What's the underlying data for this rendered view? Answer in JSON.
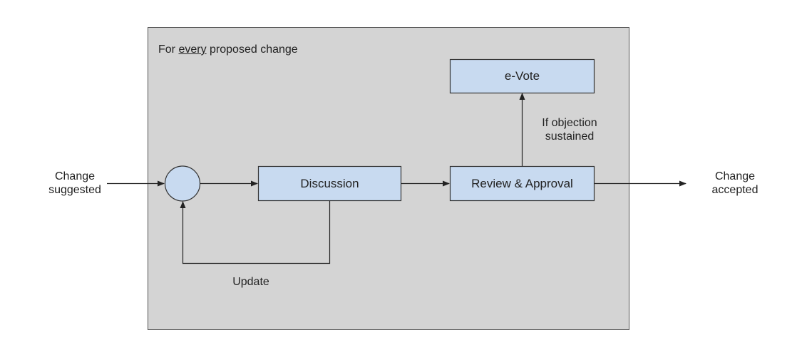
{
  "frame": {
    "title_prefix": "For ",
    "title_emph": "every",
    "title_suffix": " proposed change"
  },
  "nodes": {
    "discussion": "Discussion",
    "review": "Review & Approval",
    "evote": "e-Vote"
  },
  "labels": {
    "input_line1": "Change",
    "input_line2": "suggested",
    "output_line1": "Change",
    "output_line2": "accepted",
    "objection_line1": "If objection",
    "objection_line2": "sustained",
    "update": "Update"
  },
  "colors": {
    "frame_fill": "#d4d4d4",
    "box_fill": "#c8daf0",
    "stroke": "#3a3a3a"
  }
}
